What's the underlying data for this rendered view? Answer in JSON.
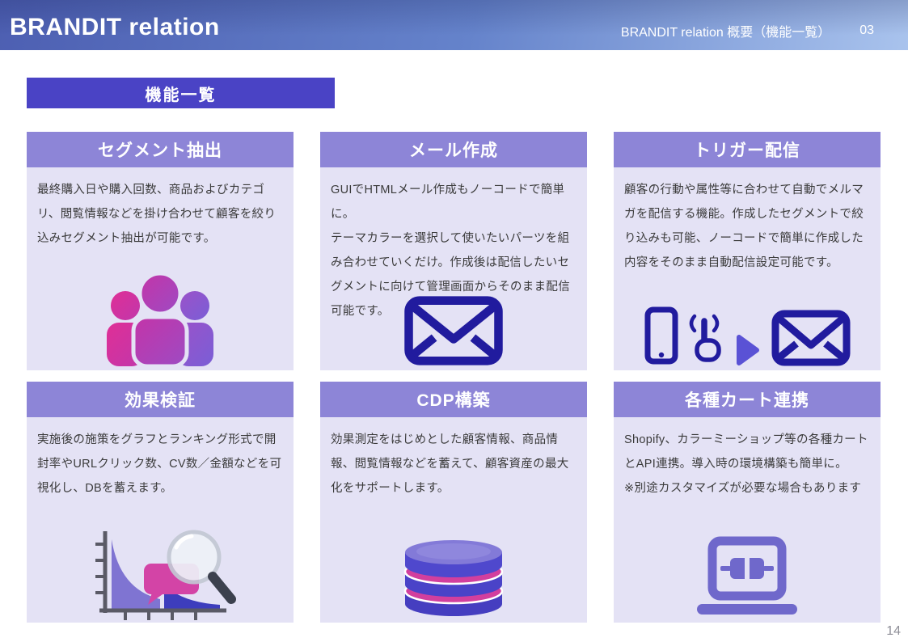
{
  "header": {
    "brand": "BRANDIT relation",
    "subtitle": "BRANDIT relation 概要（機能一覧）",
    "page_label": "03"
  },
  "title_bar": {
    "label": "機能一覧"
  },
  "cards": [
    {
      "title": "セグメント抽出",
      "icon": "people-group-icon",
      "body": [
        "最終購入日や購入回数、商品およびカテゴリ、閲覧情報などを掛け合わせて顧客を絞り込みセグメント抽出が可能です。"
      ]
    },
    {
      "title": "メール作成",
      "icon": "envelope-icon",
      "body": [
        "GUIでHTMLメール作成もノーコードで簡単に。",
        "テーマカラーを選択して使いたいパーツを組み合わせていくだけ。作成後は配信したいセグメントに向けて管理画面からそのまま配信可能です。"
      ]
    },
    {
      "title": "トリガー配信",
      "icon": "phone-tap-to-mail-icon",
      "body": [
        "顧客の行動や属性等に合わせて自動でメルマガを配信する機能。作成したセグメントで絞り込みも可能、ノーコードで簡単に作成した内容をそのまま自動配信設定可能です。"
      ]
    },
    {
      "title": "効果検証",
      "icon": "chart-magnifier-icon",
      "body": [
        "実施後の施策をグラフとランキング形式で開封率やURLクリック数、CV数／金額などを可視化し、DBを蓄えます。"
      ]
    },
    {
      "title": "CDP構築",
      "icon": "database-icon",
      "body": [
        "効果測定をはじめとした顧客情報、商品情報、閲覧情報などを蓄えて、顧客資産の最大化をサポートします。"
      ]
    },
    {
      "title": "各種カート連携",
      "icon": "laptop-plug-icon",
      "body": [
        "Shopify、カラーミーショップ等の各種カートとAPI連携。導入時の環境構築も簡単に。",
        "※別途カスタマイズが必要な場合もあります"
      ]
    }
  ],
  "page_number": "14",
  "colors": {
    "accent_indigo": "#4a43c5",
    "card_header_bg": "#8d85d7",
    "card_body_bg": "#e4e2f5",
    "header_gradient_start": "#4d5fb2",
    "header_gradient_end": "#a9c3ed",
    "icon_navy": "#211b9e",
    "icon_purple": "#5a52d5",
    "icon_pink": "#d23f9e",
    "body_text": "#3b3b3b"
  }
}
